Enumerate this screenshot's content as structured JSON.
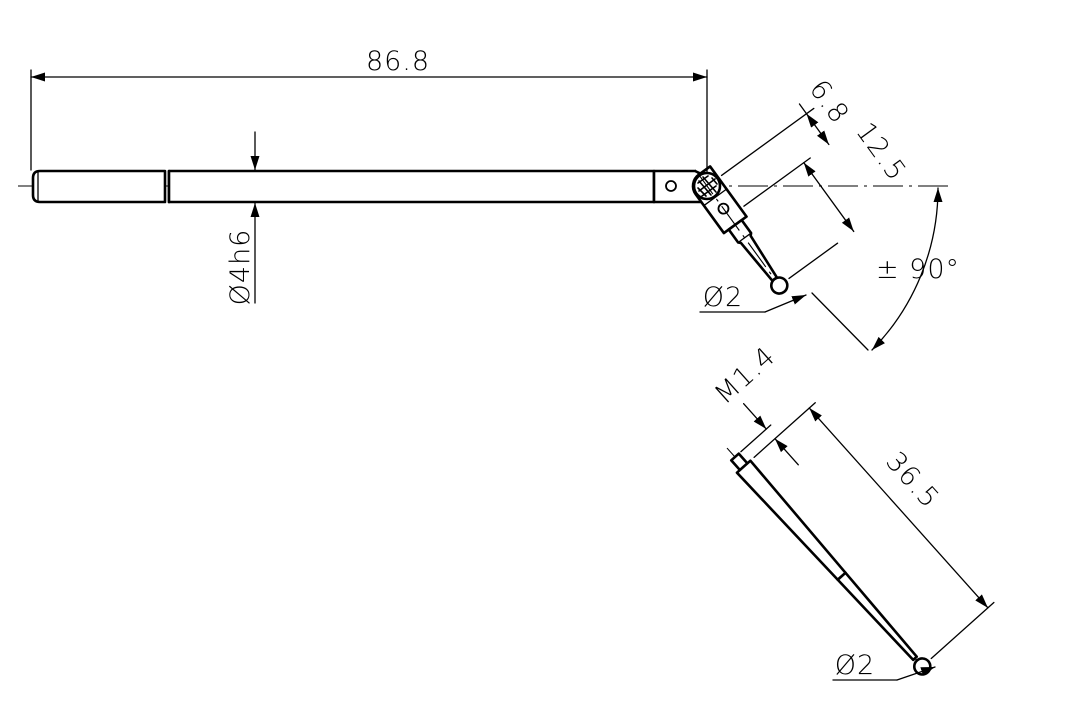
{
  "drawing": {
    "overall_length": "86.8",
    "shaft_diameter": "Ø4h6",
    "joint_offset": "6.8",
    "arm_length": "12.5",
    "swivel_angle": "± 90°",
    "ball_diameter_upper": "Ø2",
    "thread": "M1.4",
    "stylus_length": "36.5",
    "ball_diameter_lower": "Ø2"
  },
  "colors": {
    "ink": "#000000",
    "paper": "#ffffff"
  }
}
